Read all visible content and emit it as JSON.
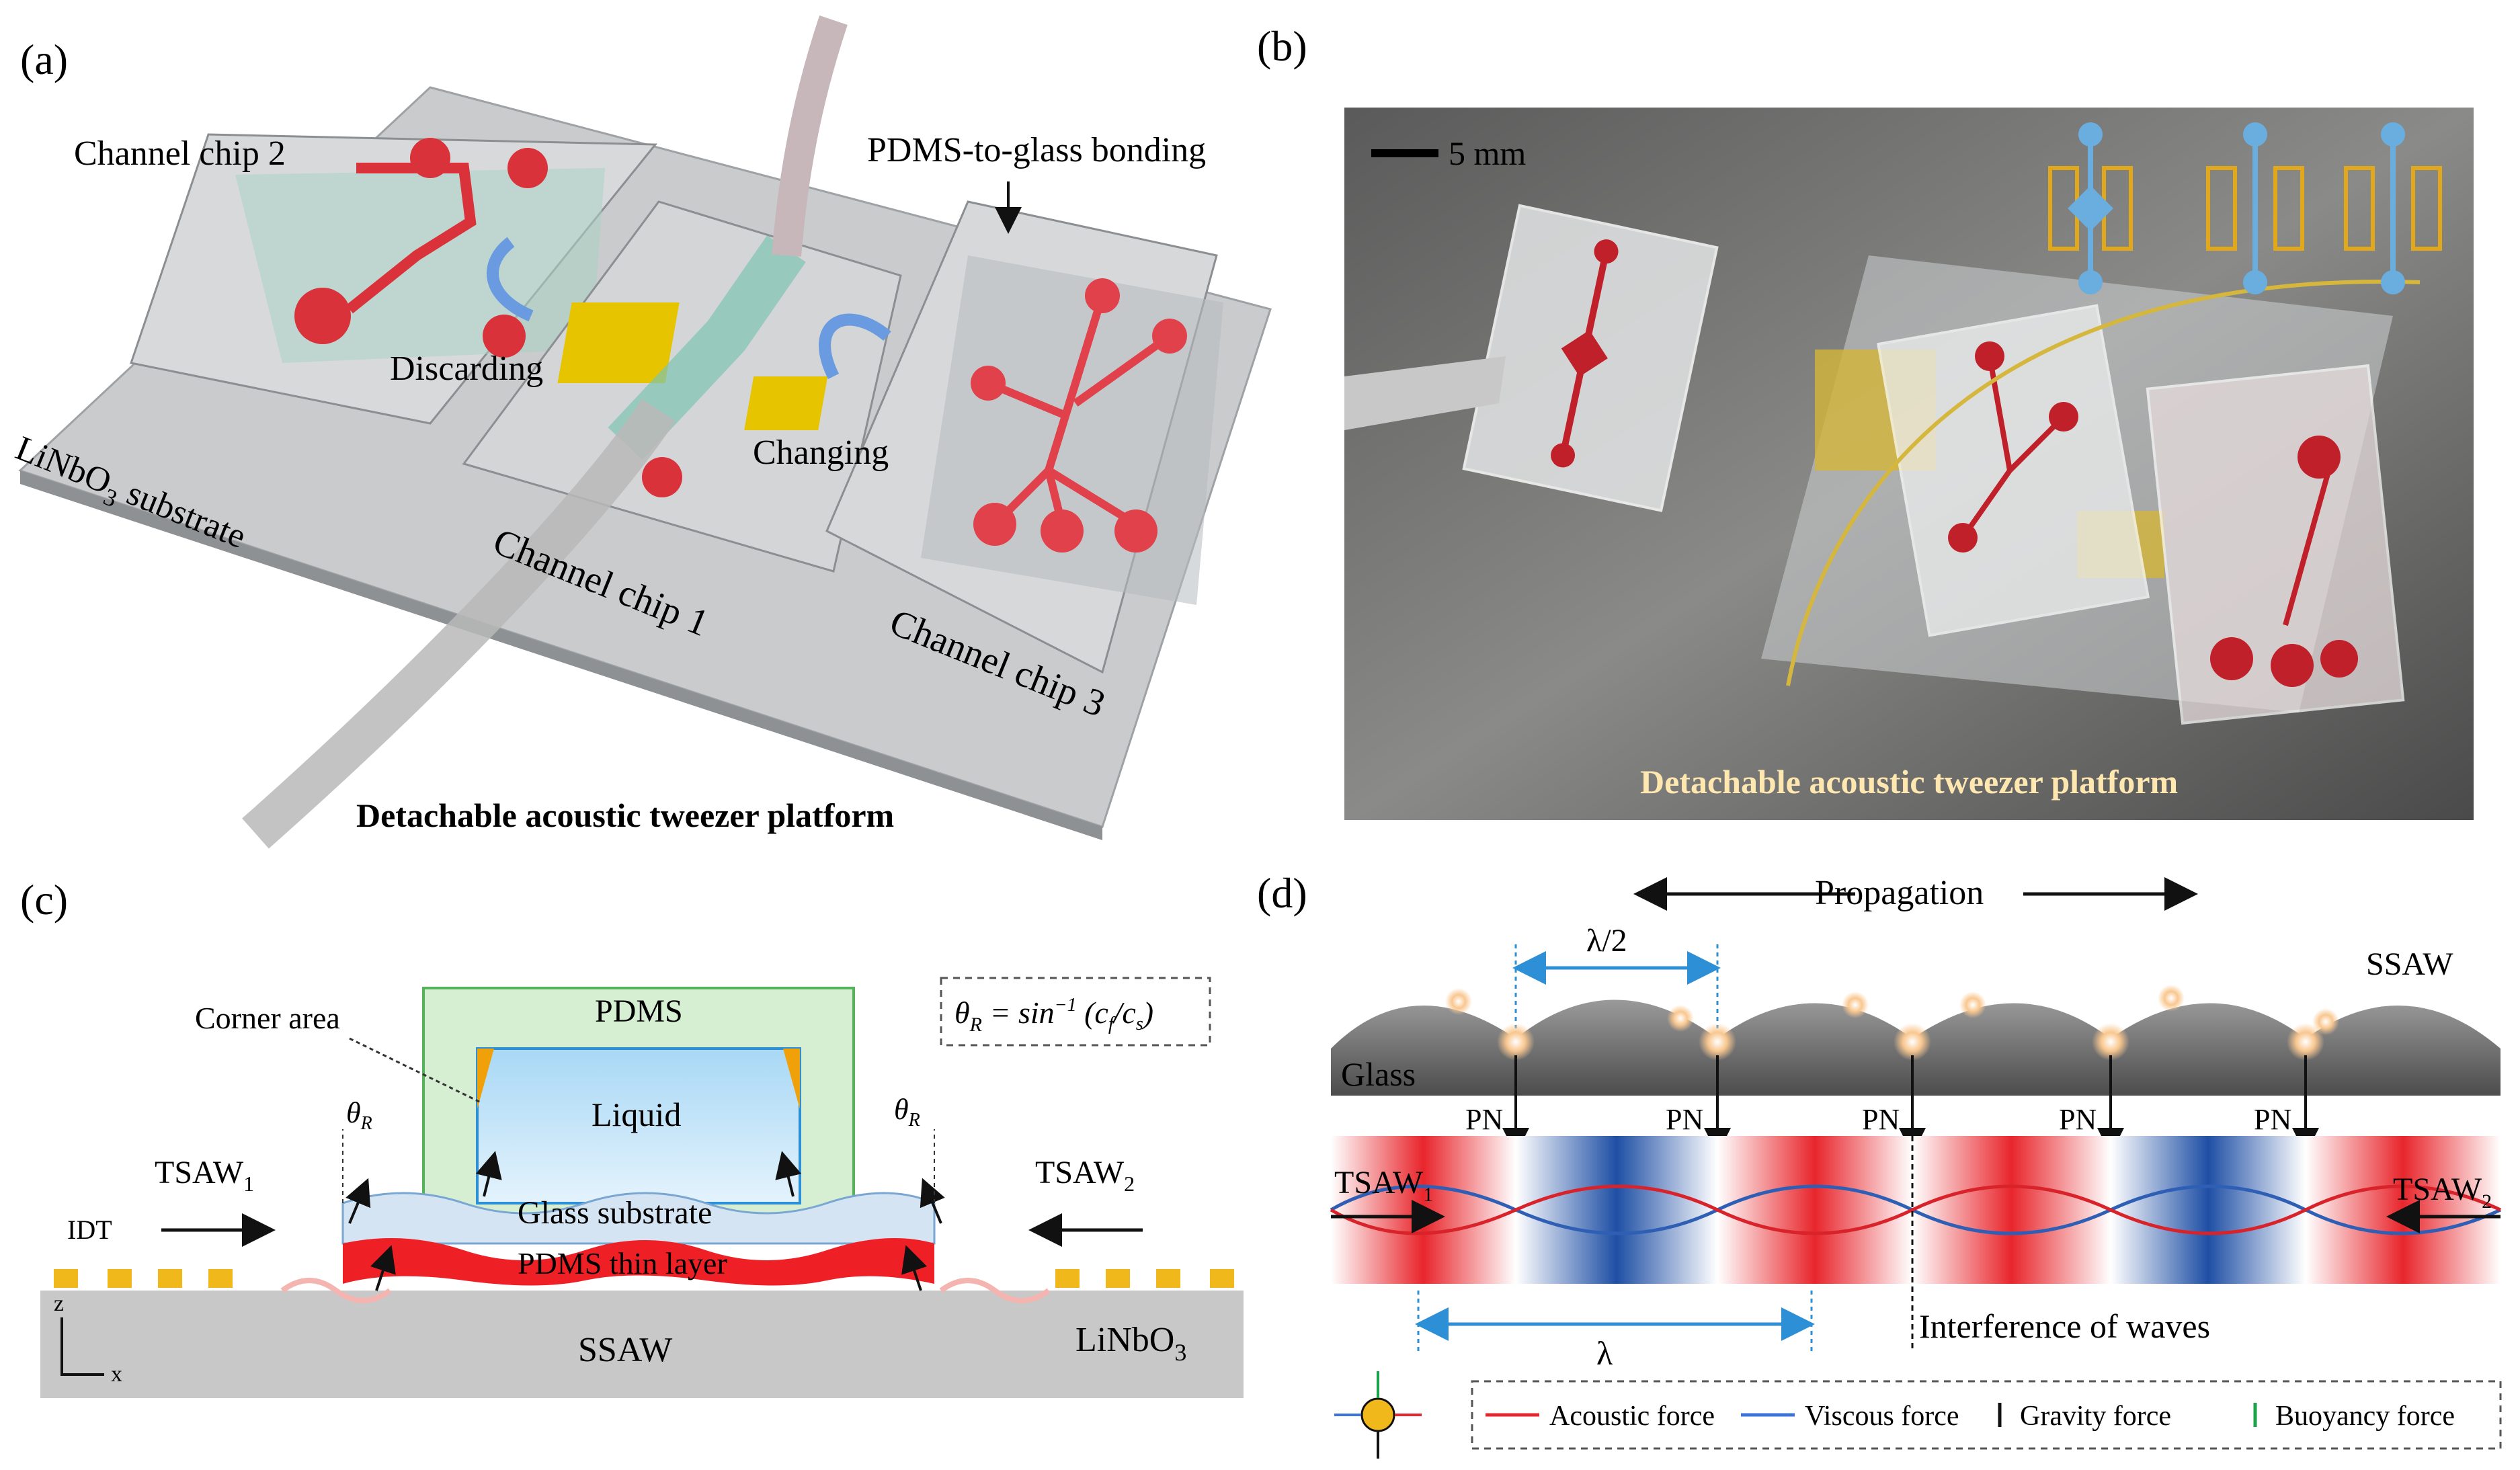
{
  "panel_a": {
    "label": "(a)",
    "chip2": "Channel chip 2",
    "bonding": "PDMS-to-glass bonding",
    "discarding": "Discarding",
    "changing": "Changing",
    "substrate_pre": "LiNbO",
    "substrate_sub": "3",
    "substrate_post": " substrate",
    "chip1": "Channel chip 1",
    "chip3": "Channel chip 3",
    "caption": "Detachable acoustic tweezer platform"
  },
  "panel_b": {
    "label": "(b)",
    "scale": "5 mm",
    "caption": "Detachable acoustic tweezer platform"
  },
  "panel_c": {
    "label": "(c)",
    "pdms": "PDMS",
    "formula_lhs": "θ",
    "formula_sub": "R",
    "formula_rhs": " = sin",
    "formula_exp": "−1",
    "formula_args": " (c",
    "formula_f": "f",
    "formula_slash": "/c",
    "formula_s": "s",
    "formula_close": ")",
    "corner": "Corner area",
    "liquid": "Liquid",
    "theta": "θ",
    "theta_sub": "R",
    "tsaw1": "TSAW",
    "tsaw1_sub": "1",
    "tsaw2": "TSAW",
    "tsaw2_sub": "2",
    "glass": "Glass substrate",
    "idt": "IDT",
    "pdms_layer": "PDMS thin layer",
    "z": "z",
    "x": "x",
    "ssaw": "SSAW",
    "linbo_pre": "LiNbO",
    "linbo_sub": "3"
  },
  "panel_d": {
    "label": "(d)",
    "propagation": "Propagation",
    "half_lambda": "λ/2",
    "ssaw": "SSAW",
    "glass": "Glass",
    "pn": "PN",
    "tsaw1": "TSAW",
    "tsaw1_sub": "1",
    "tsaw2": "TSAW",
    "tsaw2_sub": "2",
    "interference": "Interference of waves",
    "lambda": "λ",
    "legend": [
      {
        "label": "Acoustic force",
        "color": "#e0282e"
      },
      {
        "label": "Viscous force",
        "color": "#3b74d6"
      },
      {
        "label": "Gravity force",
        "color": "#111111"
      },
      {
        "label": "Buoyancy force",
        "color": "#1aa34a"
      }
    ]
  },
  "colors": {
    "gold": "#e8b21a",
    "red": "#d9232b",
    "blue": "#2f5fb5",
    "glass_dark": "#6e6e6e"
  }
}
